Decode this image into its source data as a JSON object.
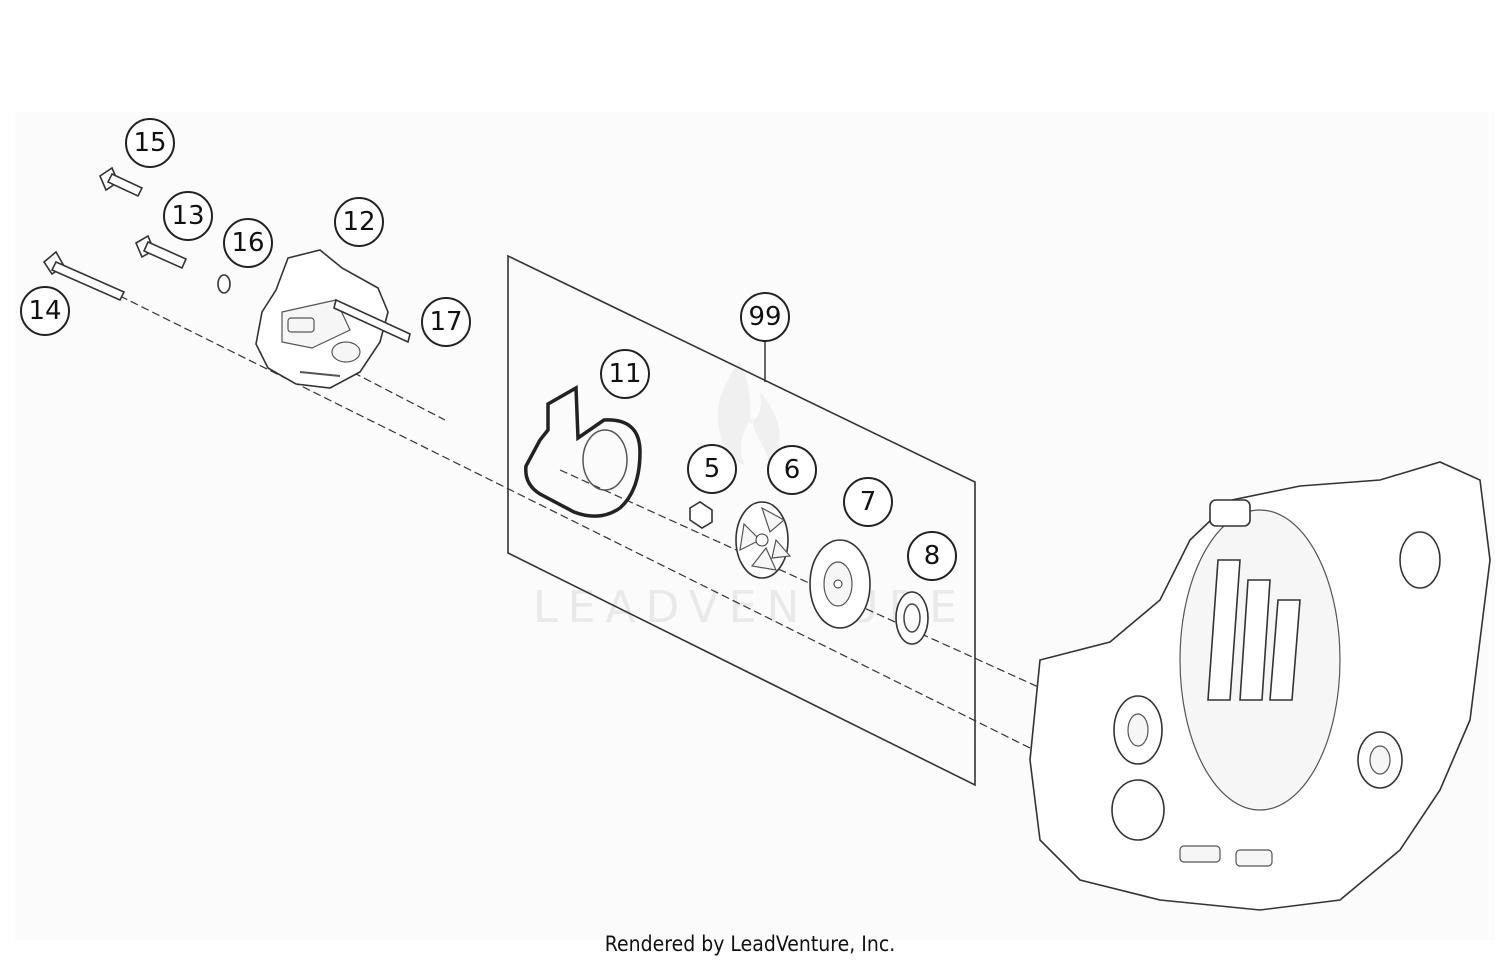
{
  "diagram": {
    "watermark": "LEADVENTURE",
    "callouts": [
      {
        "id": "15",
        "label": "15"
      },
      {
        "id": "13",
        "label": "13"
      },
      {
        "id": "16",
        "label": "16"
      },
      {
        "id": "12",
        "label": "12"
      },
      {
        "id": "14",
        "label": "14"
      },
      {
        "id": "17",
        "label": "17"
      },
      {
        "id": "99",
        "label": "99"
      },
      {
        "id": "11",
        "label": "11"
      },
      {
        "id": "5",
        "label": "5"
      },
      {
        "id": "6",
        "label": "6"
      },
      {
        "id": "7",
        "label": "7"
      },
      {
        "id": "8",
        "label": "8"
      }
    ]
  },
  "footer": {
    "text": "Rendered by LeadVenture, Inc."
  }
}
